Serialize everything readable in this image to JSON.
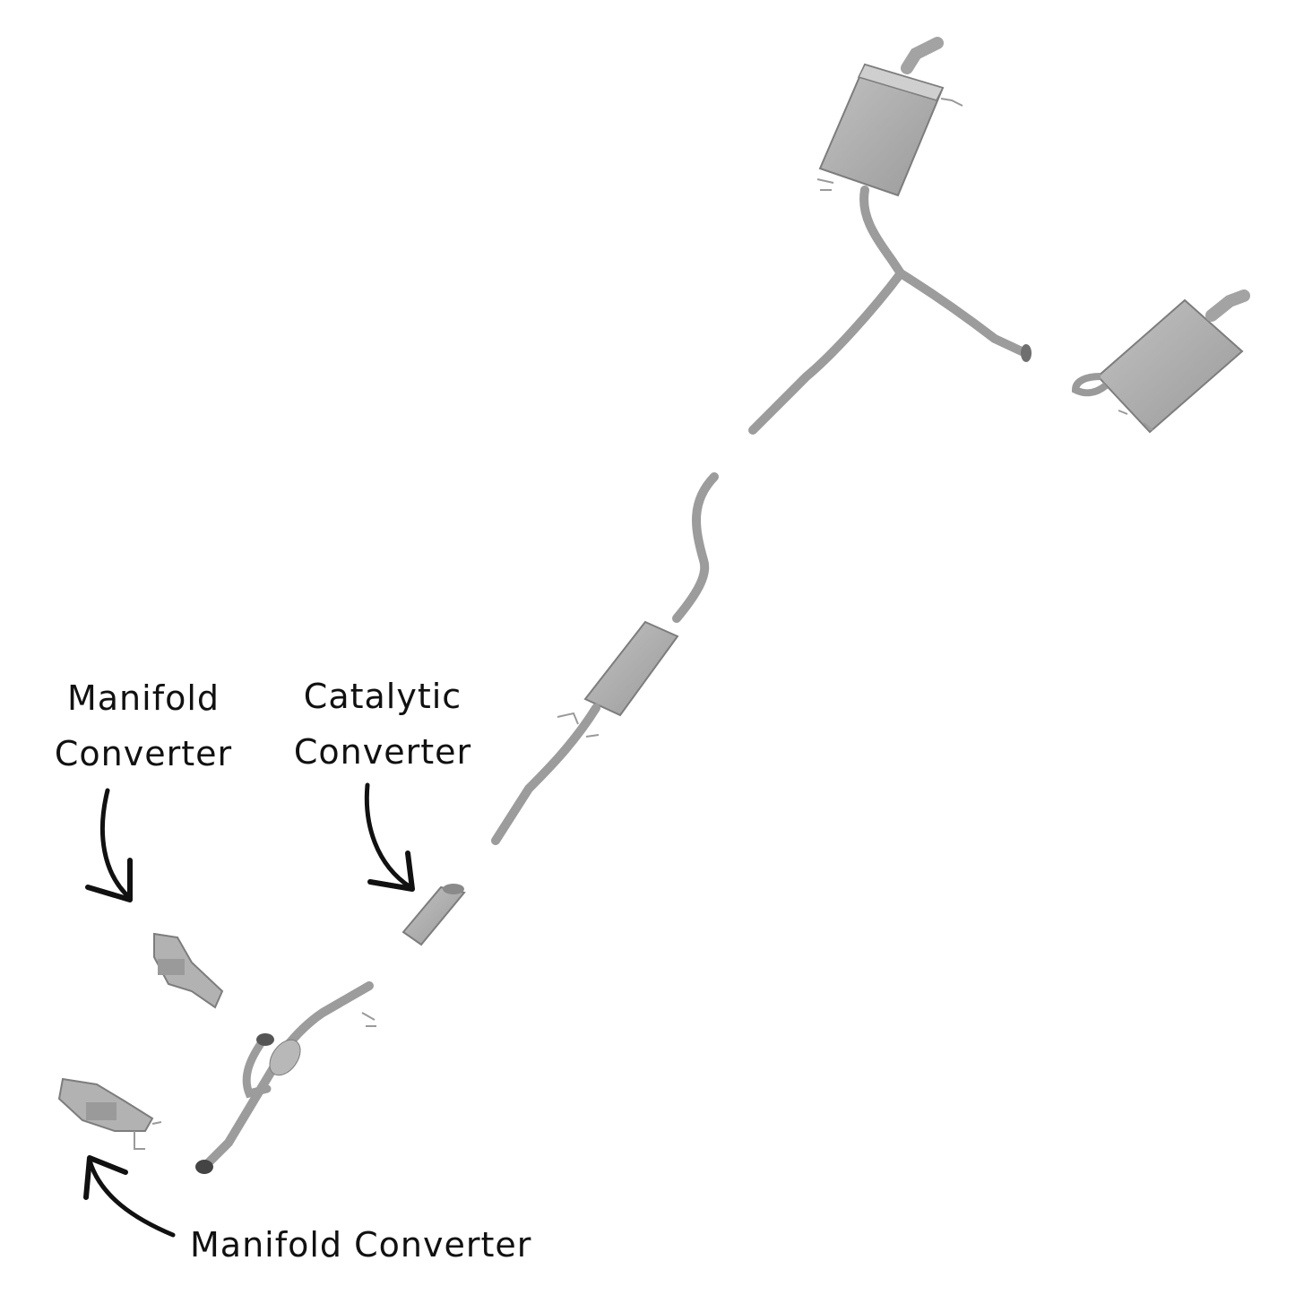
{
  "labels": {
    "manifold_top": [
      "Manifold",
      "Converter"
    ],
    "catalytic": [
      "Catalytic",
      "Converter"
    ],
    "manifold_bottom": "Manifold Converter"
  },
  "colors": {
    "part_fill": "#a8a8a8",
    "part_shadow": "#8a8a8a",
    "part_light": "#c4c4c4",
    "pipe": "#9c9c9c",
    "arrow": "#111111"
  }
}
